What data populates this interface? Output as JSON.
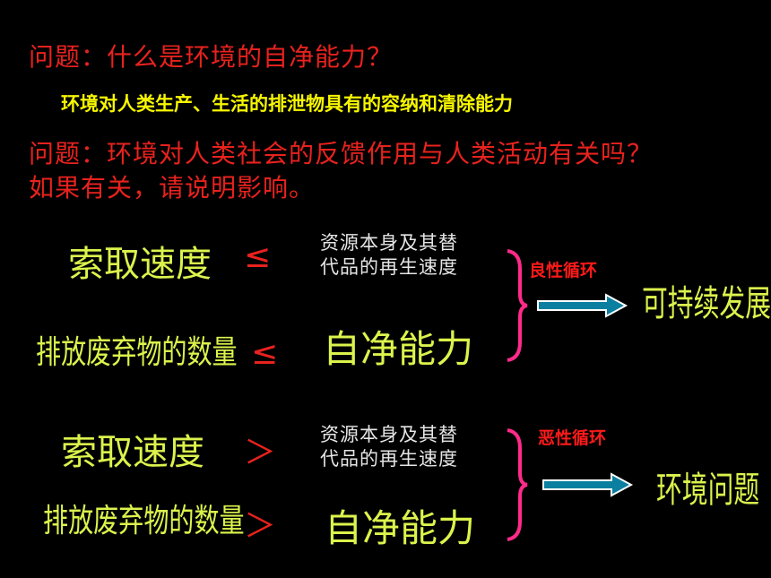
{
  "question1": "问题：什么是环境的自净能力？",
  "answer1": "环境对人类生产、生活的排泄物具有的容纳和清除能力",
  "question2_line1": "问题：环境对人类社会的反馈作用与人类活动有关吗？",
  "question2_line2": "如果有关，请说明影响。",
  "good": {
    "row1_left": "索取速度",
    "row1_op": "≤",
    "row1_right_line1": "资源本身及其替",
    "row1_right_line2": "代品的再生速度",
    "row2_left": "排放废弃物的数量",
    "row2_op": "≤",
    "row2_right": "自净能力",
    "cycle_label": "良性循环",
    "result": "可持续发展"
  },
  "bad": {
    "row1_left": "索取速度",
    "row1_op": "＞",
    "row1_right_line1": "资源本身及其替",
    "row1_right_line2": "代品的再生速度",
    "row2_left": "排放废弃物的数量",
    "row2_op": "＞",
    "row2_right": "自净能力",
    "cycle_label": "恶性循环",
    "result": "环境问题"
  },
  "colors": {
    "background": "#000000",
    "question": "#e8221e",
    "answer": "#f6f600",
    "term": "#dcf34c",
    "brace": "#ff2a8a",
    "arrow_fill": "#0a7fa0",
    "arrow_outline": "#ffffff"
  },
  "icons": [
    "right-brace-icon",
    "right-arrow-icon"
  ]
}
